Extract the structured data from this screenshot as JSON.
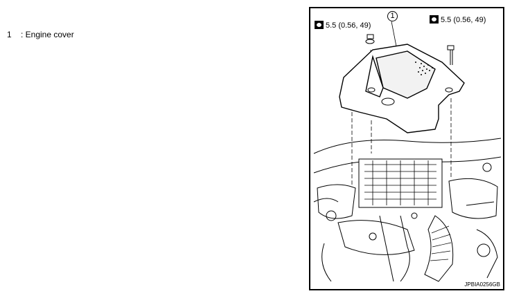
{
  "legend": {
    "items": [
      {
        "number": "1",
        "label": ": Engine cover"
      }
    ]
  },
  "figure": {
    "callout": "1",
    "torque_left": "5.5 (0.56, 49)",
    "torque_right": "5.5 (0.56, 49)",
    "code": "JPBIA0256GB",
    "icons": [
      "torque-wrench-icon"
    ]
  }
}
